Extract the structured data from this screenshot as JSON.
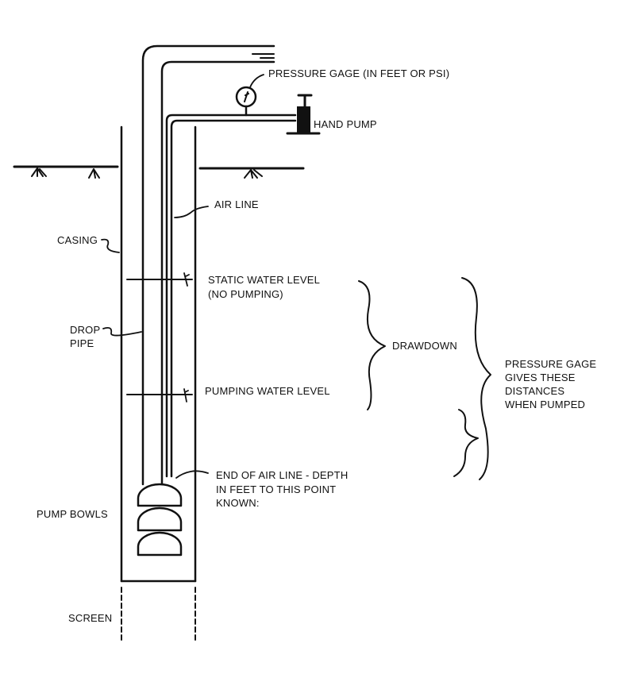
{
  "labels": {
    "pressure_gage": "PRESSURE GAGE (IN FEET OR PSI)",
    "hand_pump": "HAND PUMP",
    "air_line": "AIR LINE",
    "casing": "CASING",
    "static_level_1": "STATIC WATER LEVEL",
    "static_level_2": "(NO PUMPING)",
    "drop_pipe_1": "DROP",
    "drop_pipe_2": "PIPE",
    "drawdown": "DRAWDOWN",
    "gage_note_1": "PRESSURE GAGE",
    "gage_note_2": "GIVES THESE",
    "gage_note_3": "DISTANCES",
    "gage_note_4": "WHEN PUMPED",
    "pumping_level": "PUMPING WATER LEVEL",
    "end_air_line_1": "END OF AIR LINE - DEPTH",
    "end_air_line_2": "IN FEET TO THIS POINT",
    "end_air_line_3": "KNOWN:",
    "pump_bowls": "PUMP BOWLS",
    "screen": "SCREEN"
  }
}
